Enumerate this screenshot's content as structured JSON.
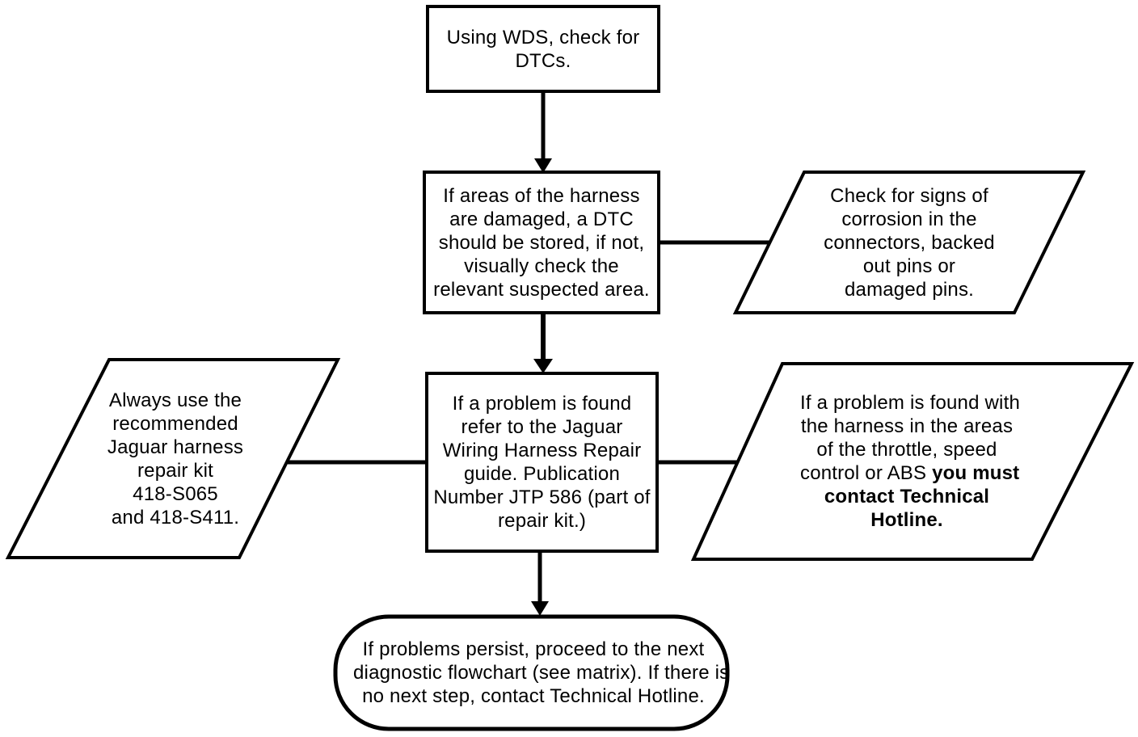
{
  "page": {
    "background_color": "#ffffff",
    "ink_color": "#000000"
  },
  "flowchart": {
    "nodes": {
      "start": {
        "shape": "rectangle",
        "lines": [
          "Using WDS, check for",
          "DTCs."
        ]
      },
      "dtc_check": {
        "shape": "rectangle",
        "lines": [
          "If areas of the harness",
          "are damaged, a DTC",
          "should be stored, if not,",
          "visually check the",
          "relevant suspected area."
        ]
      },
      "corrosion_note": {
        "shape": "parallelogram",
        "lines": [
          "Check for signs of",
          "corrosion in the",
          "connectors, backed",
          "out pins or",
          "damaged pins."
        ]
      },
      "repair_kit_note": {
        "shape": "parallelogram",
        "lines": [
          "Always use the",
          "recommended",
          "Jaguar harness",
          "repair kit",
          "418-S065",
          "and 418-S411."
        ]
      },
      "repair_guide": {
        "shape": "rectangle",
        "lines": [
          "If a problem is found",
          "refer to the Jaguar",
          "Wiring Harness Repair",
          "guide. Publication",
          "Number JTP 586 (part of",
          "repair kit.)"
        ]
      },
      "hotline_note": {
        "shape": "parallelogram",
        "lines_normal": [
          "If a problem is found with",
          "the harness in the areas",
          "of the throttle, speed"
        ],
        "mixed_line": {
          "normal": "control or ABS ",
          "bold": "you must"
        },
        "lines_bold": [
          "contact Technical",
          "Hotline."
        ]
      },
      "persist_terminator": {
        "shape": "terminator",
        "lines": [
          "If problems persist, proceed to the next",
          "diagnostic flowchart (see matrix). If there is",
          "no next step, contact Technical Hotline."
        ]
      }
    }
  }
}
